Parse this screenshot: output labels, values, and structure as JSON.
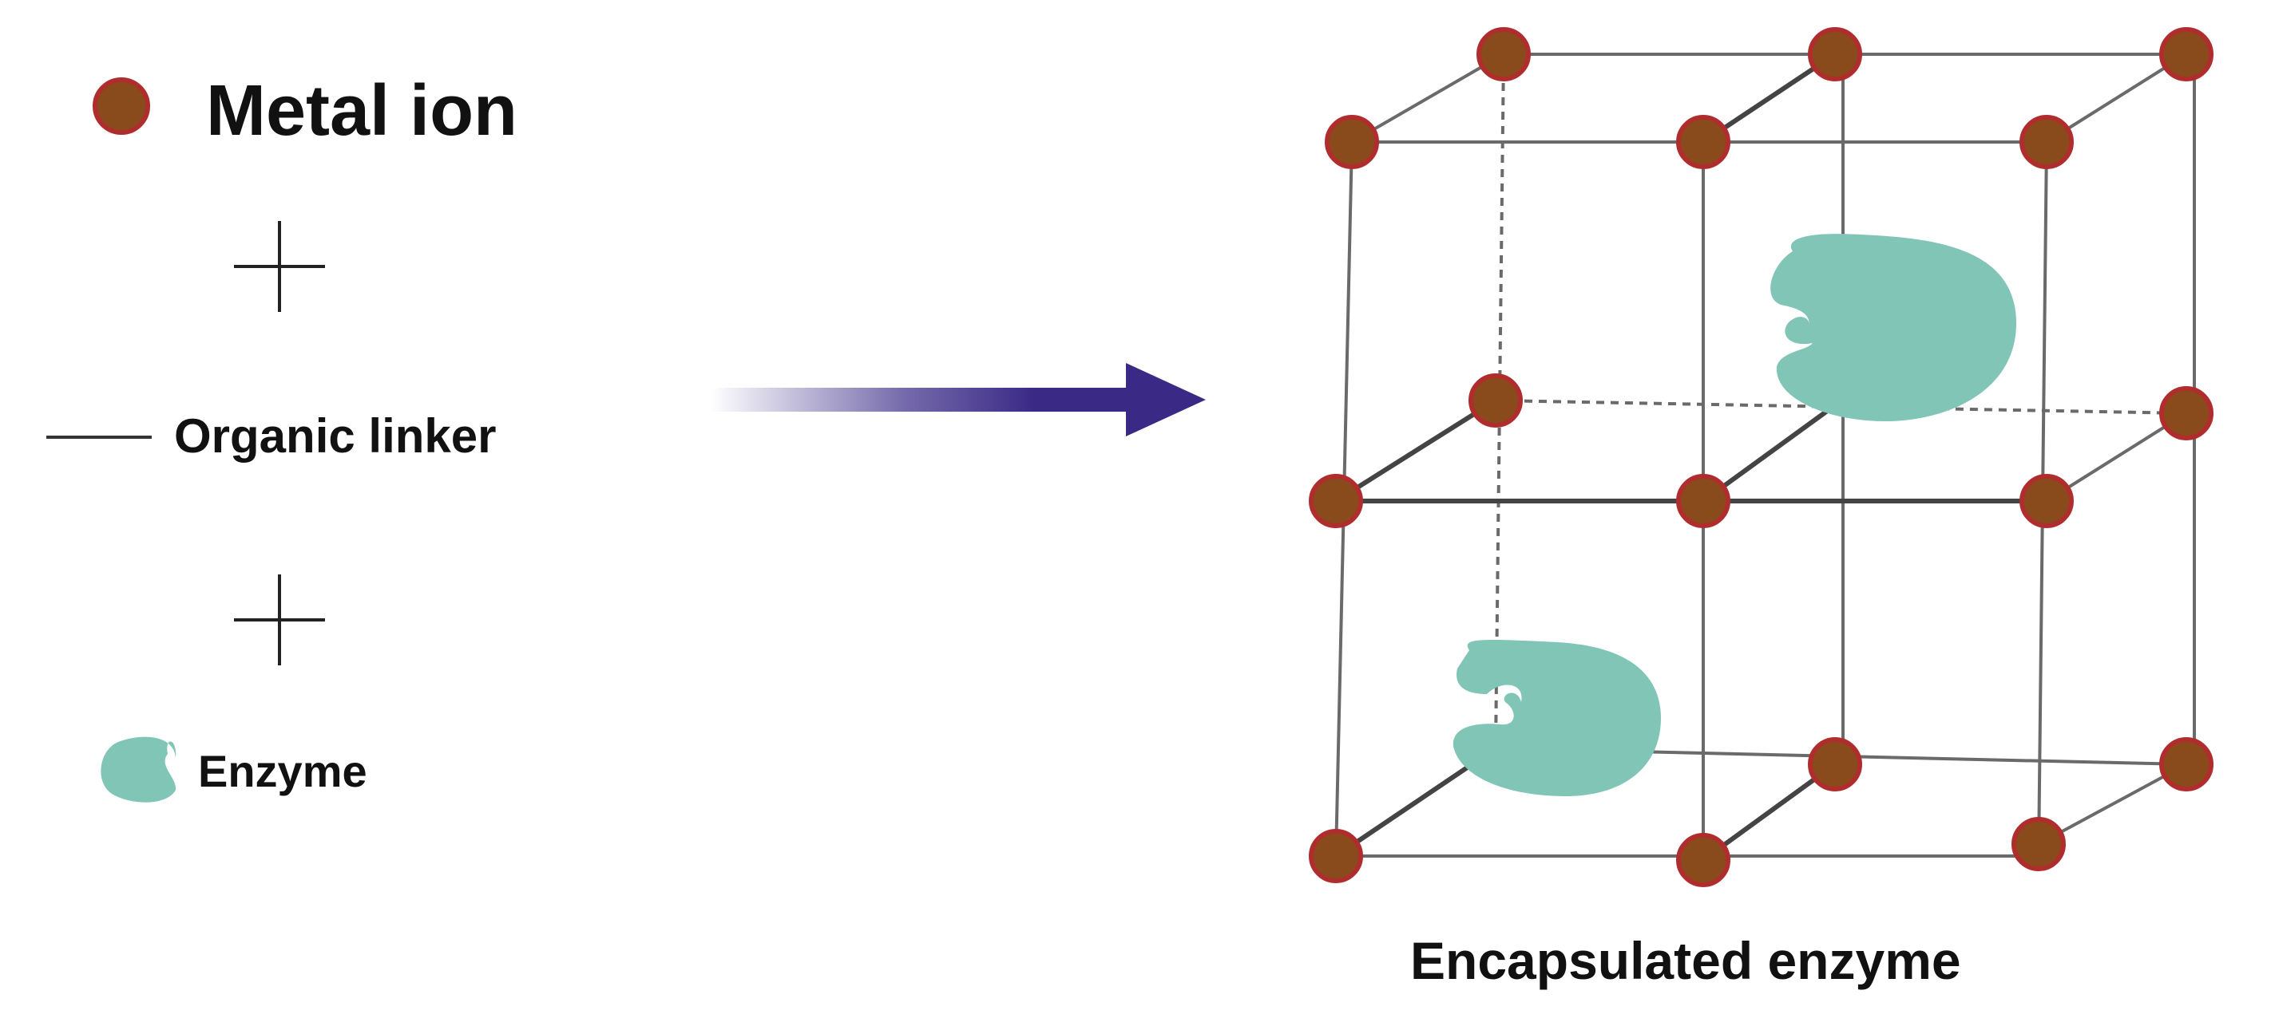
{
  "legend": {
    "metal_ion_label": "Metal ion",
    "organic_linker_label": "Organic linker",
    "enzyme_label": "Enzyme"
  },
  "caption": "Encapsulated enzyme",
  "colors": {
    "metal_ion_fill": "#8a4b1c",
    "metal_ion_stroke": "#b02d2d",
    "linker": "#555555",
    "enzyme": "#80c5b6",
    "arrow": "#3a2a86",
    "text": "#111111"
  }
}
